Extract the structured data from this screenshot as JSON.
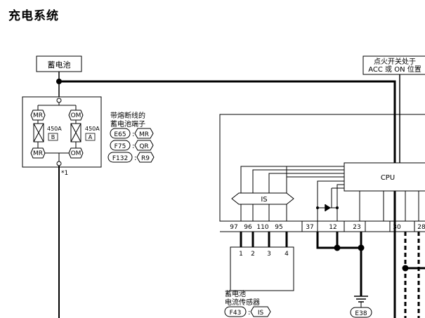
{
  "title": "充电系统",
  "battery": {
    "label": "蓄电池"
  },
  "ignition": {
    "line1": "点火开关处于",
    "line2": "ACC 或 ON 位置"
  },
  "fuse_block": {
    "connector_top_left": "MR",
    "connector_top_right": "OM",
    "connector_bottom_left": "MR",
    "connector_bottom_right": "OM",
    "fuse_left_rating": "450A",
    "fuse_left_id": "B",
    "fuse_right_rating": "450A",
    "fuse_right_id": "A",
    "note": "*1"
  },
  "terminal_caption": {
    "line1": "带熔断线的",
    "line2": "蓄电池端子"
  },
  "connector_refs": [
    {
      "connector": "E65",
      "code": "MR"
    },
    {
      "connector": "F75",
      "code": "QR"
    },
    {
      "connector": "F132",
      "code": "R9"
    }
  ],
  "cpu": {
    "label": "CPU"
  },
  "bus": {
    "label": "IS"
  },
  "pins": [
    "97",
    "96",
    "110",
    "95",
    "37",
    "12",
    "23",
    "30",
    "28"
  ],
  "sensor": {
    "pins": [
      "1",
      "2",
      "3",
      "4"
    ],
    "name_line1": "蓄电池",
    "name_line2": "电流传感器",
    "connector": "F43",
    "code": "IS"
  },
  "ground": {
    "label": "E38"
  },
  "colors": {
    "line": "#000000",
    "background": "#ffffff"
  }
}
